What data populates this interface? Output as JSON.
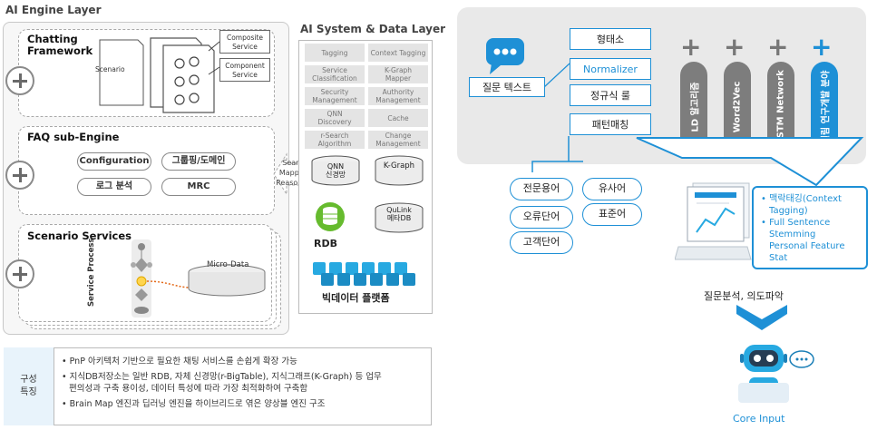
{
  "left": {
    "ai_engine_title": "AI Engine Layer",
    "chatting": {
      "title_line1": "Chatting",
      "title_line2": "Framework",
      "scenario_label": "Scenario",
      "composite_line1": "Composite",
      "composite_line2": "Service",
      "component_line1": "Component",
      "component_line2": "Service"
    },
    "faq": {
      "title": "FAQ sub-Engine",
      "pills": [
        "Configuration",
        "그룹핑/도메인",
        "로그 분석",
        "MRC"
      ]
    },
    "scenario": {
      "title": "Scenario Services",
      "service_process": "Service Process",
      "micro_data": "Micro-Data"
    },
    "search_label": [
      "Search",
      "Mapping",
      "Reasoning"
    ],
    "system_title": "AI System & Data Layer",
    "system_cells": [
      [
        "Tagging"
      ],
      [
        "Context Tagging"
      ],
      [
        "Service",
        "Classification"
      ],
      [
        "K-Graph",
        "Mapper"
      ],
      [
        "Security",
        "Management"
      ],
      [
        "Authority",
        "Management"
      ],
      [
        "QNN",
        "Discovery"
      ],
      [
        "Cache"
      ],
      [
        "r-Search",
        "Algorithm"
      ],
      [
        "Change",
        "Management"
      ]
    ],
    "qnn_line1": "QNN",
    "qnn_line2": "신경망",
    "kgraph": "K-Graph",
    "rdb": "RDB",
    "qulink_line1": "QuLink",
    "qulink_line2": "메타DB",
    "bigdata": "빅데이터 플랫폼",
    "features": {
      "header_line1": "구성",
      "header_line2": "특징",
      "items": [
        "PnP 아키텍처 기반으로 필요한 채팅 서비스를 손쉽게 확장 가능",
        "지식DB저장소는 일반 RDB, 자체 신경망(r-BigTable), 지식그래프(K-Graph) 등 업무",
        "편의성과 구축 용이성, 데이터 특성에 따라 가장 최적화하여 구축함",
        "Brain Map 엔진과 딥러닝 엔진을 하이브리드로 엮은 양상블 엔진 구조"
      ]
    }
  },
  "right": {
    "question_text": "질문 텍스트",
    "boxes": [
      "형태소",
      "Normalizer",
      "정규식 룰",
      "패턴매칭"
    ],
    "columns": [
      "LD 알고리즘",
      "Word2Vec",
      "LSTM Network",
      "퀄림 연구개발 분야"
    ],
    "left_pills": [
      "전문용어",
      "오류단어",
      "고객단어"
    ],
    "right_pills": [
      "유사어",
      "표준어"
    ],
    "callout": {
      "line1": "맥락태깅(Context",
      "line2": "Tagging)",
      "line3": "Full Sentence",
      "line4": "Stemming",
      "line5": "Personal Feature Stat"
    },
    "analysis_label": "질문분석, 의도파악",
    "core_input": "Core Input",
    "colors": {
      "accent": "#1e90d6",
      "grey": "#7d7d7d"
    }
  }
}
